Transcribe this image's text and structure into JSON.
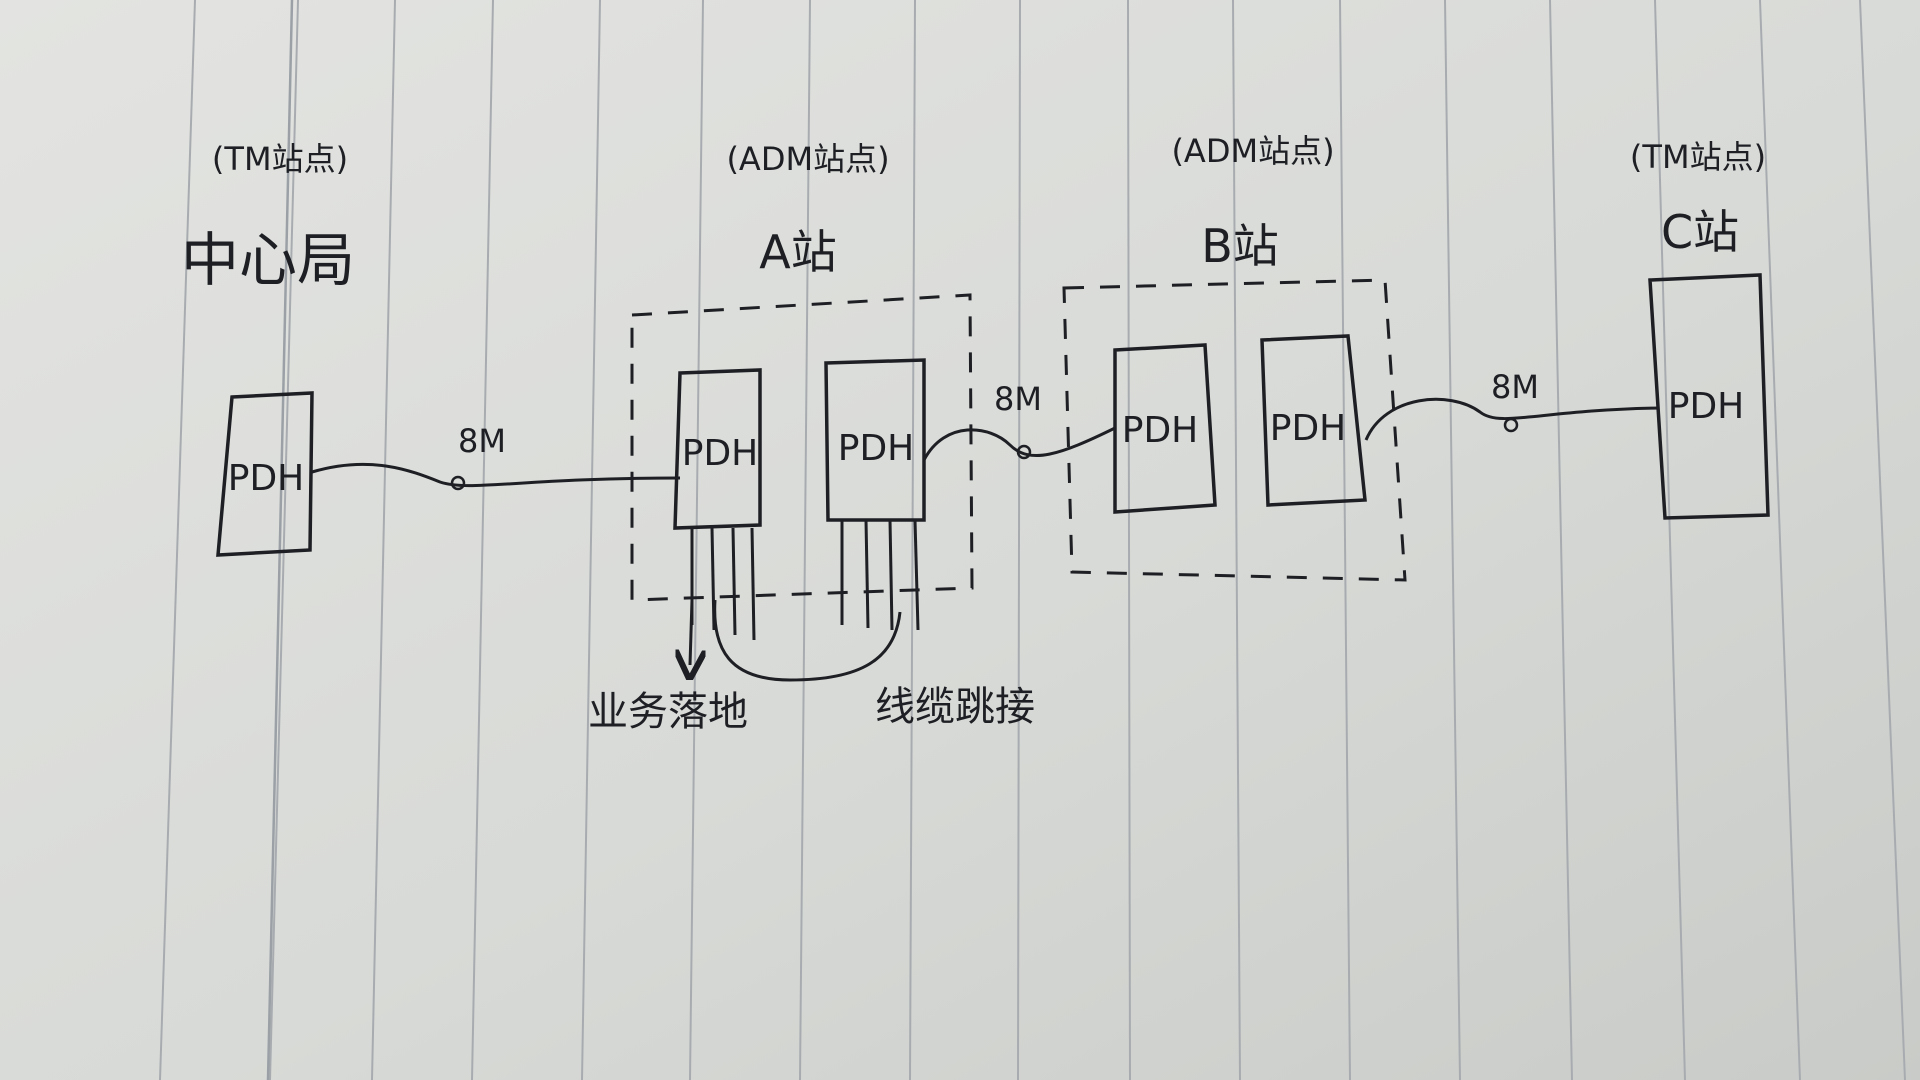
{
  "colors": {
    "paper": "#dfe1de",
    "rule_line": "#a8acb0",
    "ink": "#1d1f24"
  },
  "stations": {
    "center": {
      "type_label": "(TM站点)",
      "name": "中心局",
      "pdh": [
        "PDH"
      ]
    },
    "a": {
      "type_label": "(ADM站点)",
      "name": "A站",
      "pdh": [
        "PDH",
        "PDH"
      ]
    },
    "b": {
      "type_label": "(ADM站点)",
      "name": "B站",
      "pdh": [
        "PDH",
        "PDH"
      ]
    },
    "c": {
      "type_label": "(TM站点)",
      "name": "C站",
      "pdh": [
        "PDH"
      ]
    }
  },
  "links": {
    "center_a": "8M",
    "a_b": "8M",
    "b_c": "8M"
  },
  "notes": {
    "drop": "业务落地",
    "jumper": "线缆跳接"
  }
}
